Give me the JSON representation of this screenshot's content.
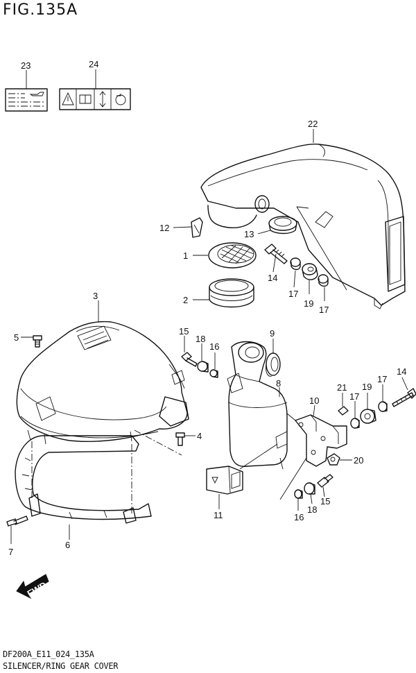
{
  "figure": {
    "title": "FIG.135A"
  },
  "footer": {
    "model_code": "DF200A_E11_024_135A",
    "description": "SILENCER/RING GEAR COVER"
  },
  "labels": {
    "p1": "1",
    "p2": "2",
    "p3": "3",
    "p4": "4",
    "p5": "5",
    "p6": "6",
    "p7": "7",
    "p8": "8",
    "p9": "9",
    "p10": "10",
    "p11": "11",
    "p12": "12",
    "p13": "13",
    "p14a": "14",
    "p14b": "14",
    "p15a": "15",
    "p15b": "15",
    "p16a": "16",
    "p16b": "16",
    "p17a": "17",
    "p17b": "17",
    "p17c": "17",
    "p17d": "17",
    "p18a": "18",
    "p18b": "18",
    "p19a": "19",
    "p19b": "19",
    "p20": "20",
    "p21": "21",
    "p22": "22",
    "p23": "23",
    "p24": "24"
  },
  "fwd_badge": "FWD",
  "icons": [
    "oil-label-icon",
    "warning-triangle-icon",
    "manual-book-icon",
    "tilt-arrow-icon",
    "engine-icon"
  ]
}
